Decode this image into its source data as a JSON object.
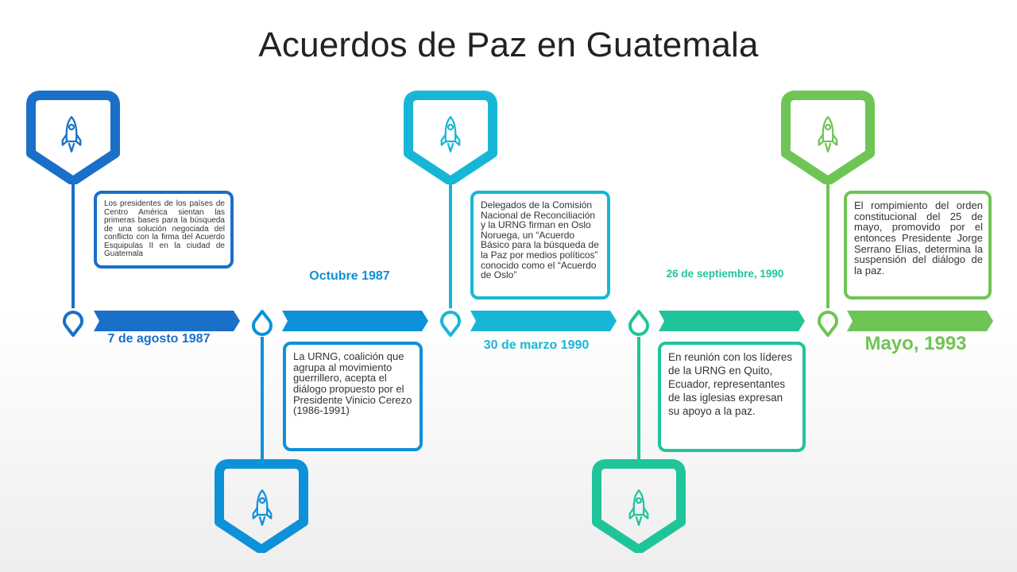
{
  "title": "Acuerdos de Paz en Guatemala",
  "colors": {
    "c1": "#1a6fc8",
    "c2": "#0d91d9",
    "c3": "#18b6d6",
    "c4": "#20c49a",
    "c5": "#6fc456"
  },
  "events": [
    {
      "date": "7 de agosto 1987",
      "text": "Los presidentes de los países de Centro América sientan las primeras bases para la búsqueda de una solución negociada del conflicto con la firma del Acuerdo Esquipulas II en la ciudad de Guatemala",
      "icon": "rocket-icon"
    },
    {
      "date": "Octubre 1987",
      "text": "La URNG, coalición que agrupa al movimiento guerrillero, acepta el diálogo propuesto por el Presidente Vinicio Cerezo (1986-1991)",
      "icon": "rocket-icon"
    },
    {
      "date": "30 de marzo 1990",
      "text": "Delegados de la Comisión Nacional de Reconciliación y la URNG firman en Oslo Noruega, un “Acuerdo Básico para la búsqueda de la Paz por medios políticos” conocido como el “Acuerdo de Oslo”",
      "icon": "rocket-icon"
    },
    {
      "date": "26 de septiembre, 1990",
      "text": "En reunión con los líderes de la URNG en Quito, Ecuador, representantes de las iglesias expresan su apoyo a la paz.",
      "icon": "rocket-icon"
    },
    {
      "date": "Mayo, 1993",
      "text": "El rompimiento del orden constitucional del 25 de mayo, promovido por el entonces Presidente Jorge Serrano Elías, determina la suspensión del diálogo de la paz.",
      "icon": "rocket-icon"
    }
  ]
}
